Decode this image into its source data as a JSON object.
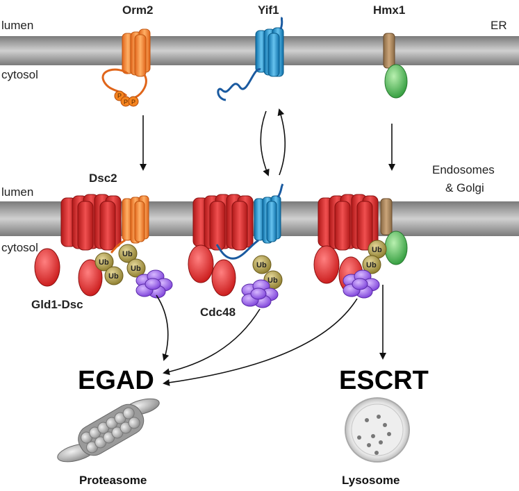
{
  "membrane_labels": {
    "top_lumen": "lumen",
    "top_cytosol": "cytosol",
    "top_compartment": "ER",
    "bottom_lumen": "lumen",
    "bottom_cytosol": "cytosol",
    "bottom_compartment_line1": "Endosomes",
    "bottom_compartment_line2": "& Golgi"
  },
  "proteins": {
    "orm2": "Orm2",
    "yif1": "Yif1",
    "hmx1": "Hmx1",
    "dsc2": "Dsc2",
    "gld1_dsc": "Gld1-Dsc",
    "cdc48": "Cdc48"
  },
  "tags": {
    "ubiquitin": "Ub",
    "phospho": "P"
  },
  "pathways": {
    "egad": "EGAD",
    "escrt": "ESCRT"
  },
  "organelles": {
    "proteasome": "Proteasome",
    "lysosome": "Lysosome"
  },
  "colors": {
    "membrane": "#9a9a9a",
    "orm2": "#f5841f",
    "yif1": "#1a8fc6",
    "hmx1": "#a0805a",
    "hmx1_domain": "#3aa84a",
    "dsc_complex": "#e23030",
    "ubiquitin": "#9c8a3a",
    "cdc48": "#8a4fe0"
  }
}
